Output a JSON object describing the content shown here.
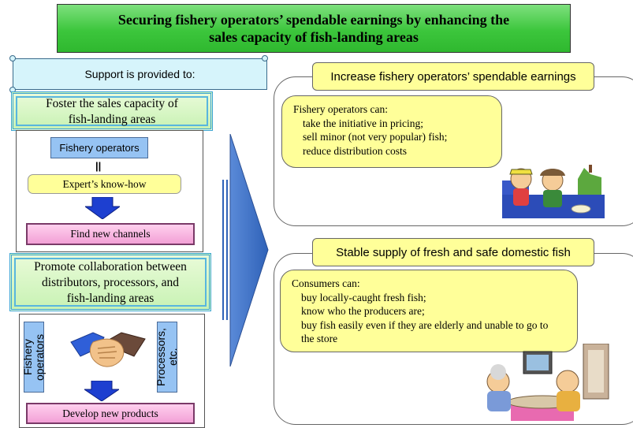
{
  "title": {
    "line1": "Securing fishery operators’ spendable earnings by enhancing the",
    "line2": "sales capacity of fish-landing areas"
  },
  "support": {
    "label": "Support is provided to:"
  },
  "section1": {
    "heading_line1": "Foster the sales capacity of",
    "heading_line2": "fish-landing areas",
    "fishery_operators": "Fishery operators",
    "equals": "||",
    "expert": "Expert’s know-how",
    "result": "Find new channels"
  },
  "section2": {
    "heading_line1": "Promote collaboration between",
    "heading_line2": "distributors, processors, and",
    "heading_line3": "fish-landing areas",
    "left_vertical": "Fishery operators",
    "right_vertical": "Processors, etc.",
    "result": "Develop new products"
  },
  "outcome1": {
    "tab": "Increase fishery operators’ spendable earnings",
    "intro": "Fishery operators can:",
    "items": [
      "take the initiative in pricing;",
      "sell minor (not very popular) fish;",
      "reduce distribution costs"
    ]
  },
  "outcome2": {
    "tab": "Stable supply of fresh and safe domestic fish",
    "intro": "Consumers can:",
    "items": [
      "buy locally-caught fresh fish;",
      "know who the producers are;",
      "buy fish easily even if they are elderly and unable to go to",
      "the store"
    ]
  },
  "colors": {
    "title_green": "#3cc63c",
    "arrow_blue": "#3f78c8",
    "panel_blue": "#96c3f3",
    "pill_yellow": "#ffff99",
    "result_pink": "#f2a0d6"
  },
  "icons": [
    "down-arrow-icon",
    "handshake-icon",
    "fishermen-illustration",
    "elderly-couple-illustration",
    "large-right-arrow-icon"
  ]
}
